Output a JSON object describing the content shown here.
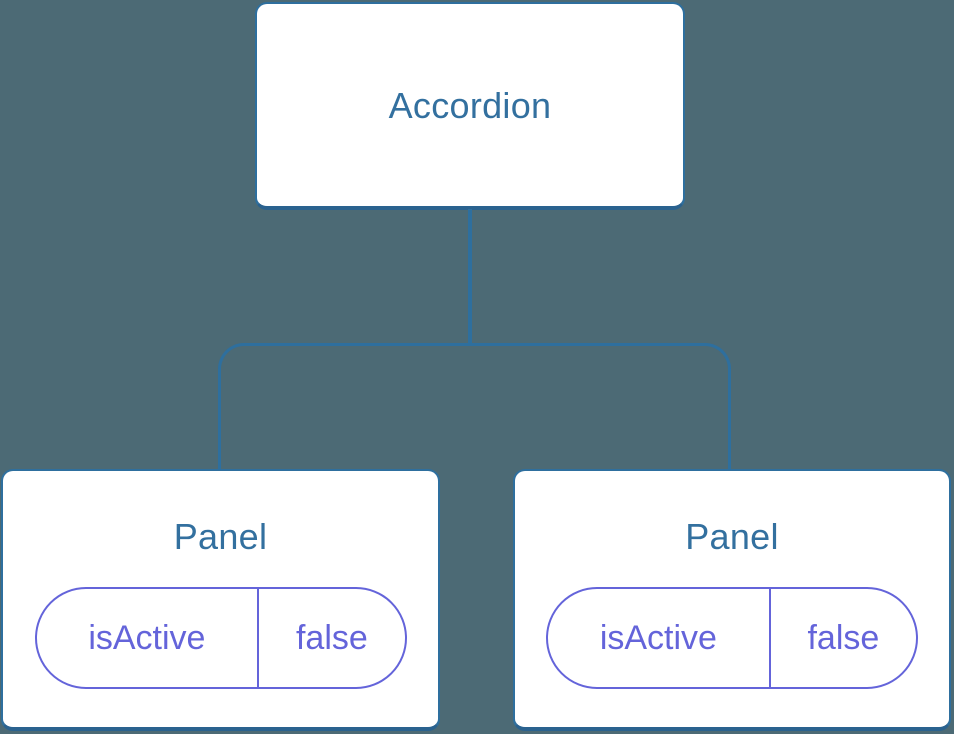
{
  "tree": {
    "root": {
      "label": "Accordion"
    },
    "children": [
      {
        "label": "Panel",
        "state": {
          "key": "isActive",
          "value": "false"
        }
      },
      {
        "label": "Panel",
        "state": {
          "key": "isActive",
          "value": "false"
        }
      }
    ]
  },
  "colors": {
    "background": "#4C6A75",
    "line": "#2E6F9E",
    "line_shade": "#2A628F",
    "node_text": "#33709F",
    "node_fill": "#FFFFFF",
    "state_accent": "#6464DA"
  }
}
